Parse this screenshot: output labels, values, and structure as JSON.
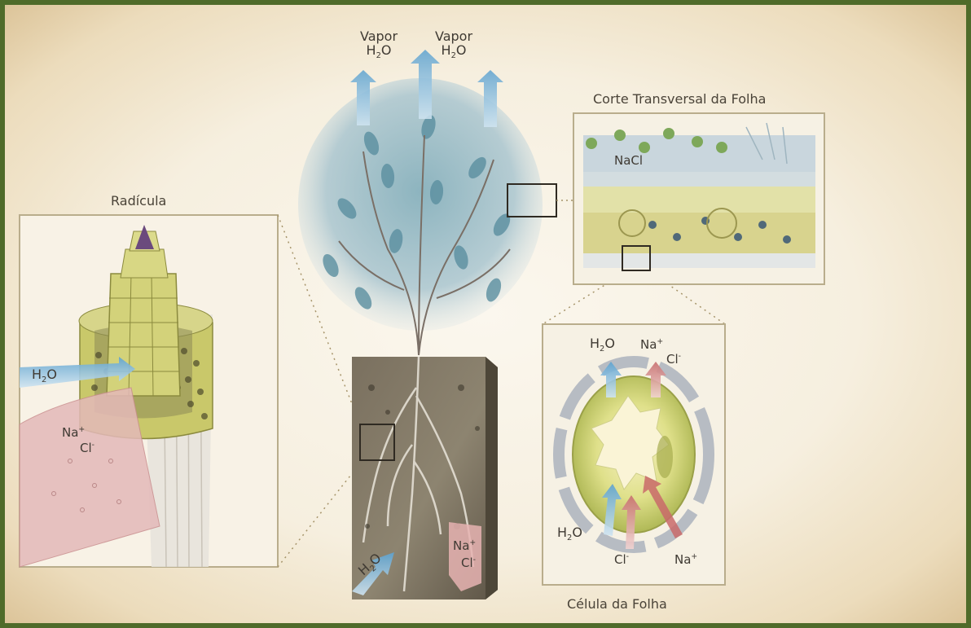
{
  "labels": {
    "vapor_left": "Vapor",
    "vapor_right": "Vapor",
    "h2o_main": "H",
    "h2o_sub": "2",
    "h2o_o": "O",
    "radicula_title": "Radícula",
    "corte_title": "Corte Transversal da Folha",
    "celula_title": "Célula da Folha",
    "nacl": "NaCl",
    "na_base": "Na",
    "na_charge": "+",
    "cl_base": "Cl",
    "cl_charge": "-"
  },
  "colors": {
    "frame": "#4f6b2a",
    "panel_border": "#b9ad8c",
    "water_arrow": "#8fc0de",
    "salt_arrow": "#d49a9a",
    "leaf": "#6e9fae",
    "soil": "#6b6254",
    "root_cells": "#c9c86a"
  },
  "icons": [
    "vapor-arrow-icon",
    "water-arrow-icon",
    "salt-arrow-icon",
    "zoom-box-icon"
  ]
}
